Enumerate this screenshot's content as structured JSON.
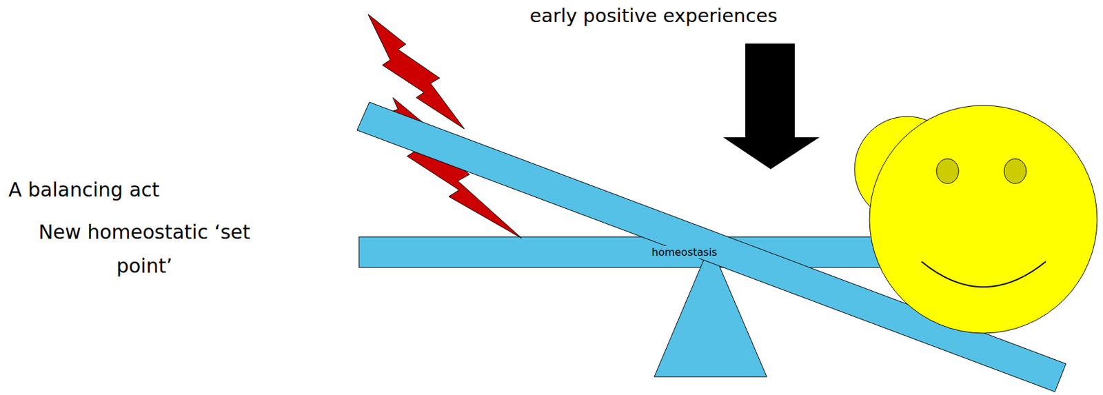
{
  "diagram": {
    "nodes": [
      {
        "text": [
          "homeostasis"
        ]
      }
    ],
    "labels": [
      "A balancing act",
      "New homeostatic ‘set point’",
      "early positive experiences"
    ]
  }
}
